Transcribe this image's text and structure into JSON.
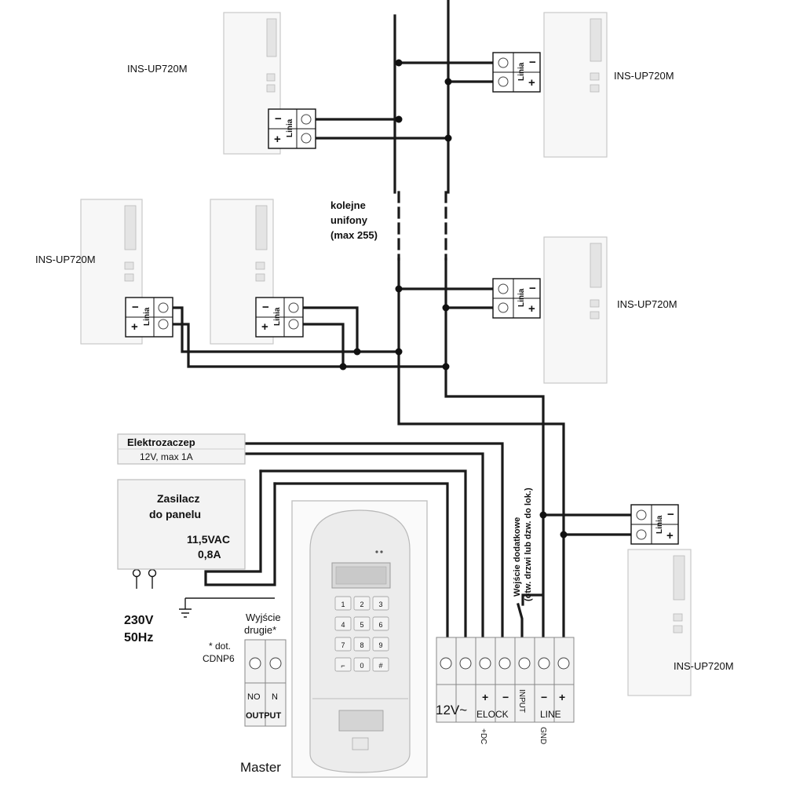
{
  "handsets": {
    "h1": {
      "model": "INS-UP720M"
    },
    "h2": {
      "model": "INS-UP720M"
    },
    "h3": {
      "model": "INS-UP720M"
    },
    "h4": {
      "model": "INS-UP720M"
    },
    "h5": {
      "model": "INS-UP720M"
    }
  },
  "terminal": {
    "minus": "−",
    "plus": "+",
    "linia": "Linia"
  },
  "bus_note": {
    "line1": "kolejne",
    "line2": "unifony",
    "line3": "(max 255)"
  },
  "lock": {
    "title": "Elektrozaczep",
    "spec": "12V, max 1A"
  },
  "psu": {
    "title1": "Zasilacz",
    "title2": "do panelu",
    "voltage": "11,5VAC",
    "current": "0,8A"
  },
  "mains": {
    "voltage": "230V",
    "freq": "50Hz"
  },
  "output2": {
    "title1": "Wyjście",
    "title2": "drugie*",
    "note1": "* dot.",
    "note2": "CDNP6",
    "no": "NO",
    "n": "N",
    "output": "OUTPUT"
  },
  "extra_input": {
    "line1": "Wejście dodatkowe",
    "line2": "(otw. drzwi lub dzw. do lok.)"
  },
  "main_terminal": {
    "ac": "12V~",
    "elock_plus": "+",
    "elock_minus": "−",
    "elock": "ELOCK",
    "input": "INPUT",
    "line_minus": "−",
    "line_plus": "+",
    "line": "LINE",
    "dc": "+DC",
    "gnd": "GND"
  },
  "panel": {
    "label": "Master",
    "keys": [
      "1",
      "2",
      "3",
      "4",
      "5",
      "6",
      "7",
      "8",
      "9",
      "⌐",
      "0",
      "#"
    ]
  }
}
